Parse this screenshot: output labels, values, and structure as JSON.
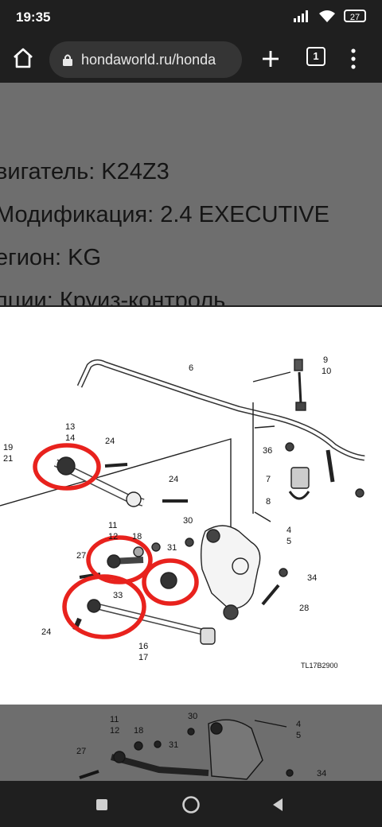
{
  "status": {
    "time": "19:35",
    "battery": "27"
  },
  "browser": {
    "url": "hondaworld.ru/honda",
    "tab_count": "1"
  },
  "page_lines": [
    "вигатель: K24Z3",
    "Модификация: 2.4 EXECUTIVE",
    "егион: KG",
    "пции: Круиз-контроль"
  ],
  "diagram": {
    "labels": {
      "l6": "6",
      "l9": "9",
      "l10": "10",
      "l13": "13",
      "l14": "14",
      "l19": "19",
      "l21": "21",
      "l24a": "24",
      "l24b": "24",
      "l24c": "24",
      "l36": "36",
      "l7": "7",
      "l8": "8",
      "l30": "30",
      "l4": "4",
      "l5": "5",
      "l11": "11",
      "l12": "12",
      "l18": "18",
      "l31": "31",
      "l27": "27",
      "l34": "34",
      "l33": "33",
      "l28": "28",
      "l16": "16",
      "l17": "17"
    },
    "code": "TL17B2900"
  },
  "bottom_labels": {
    "l11": "11",
    "l12": "12",
    "l18": "18",
    "l30": "30",
    "l31": "31",
    "l4": "4",
    "l5": "5",
    "l27": "27",
    "l34": "34"
  },
  "colors": {
    "highlight": "#e8221d",
    "accent_bg": "#1f1f1f"
  }
}
